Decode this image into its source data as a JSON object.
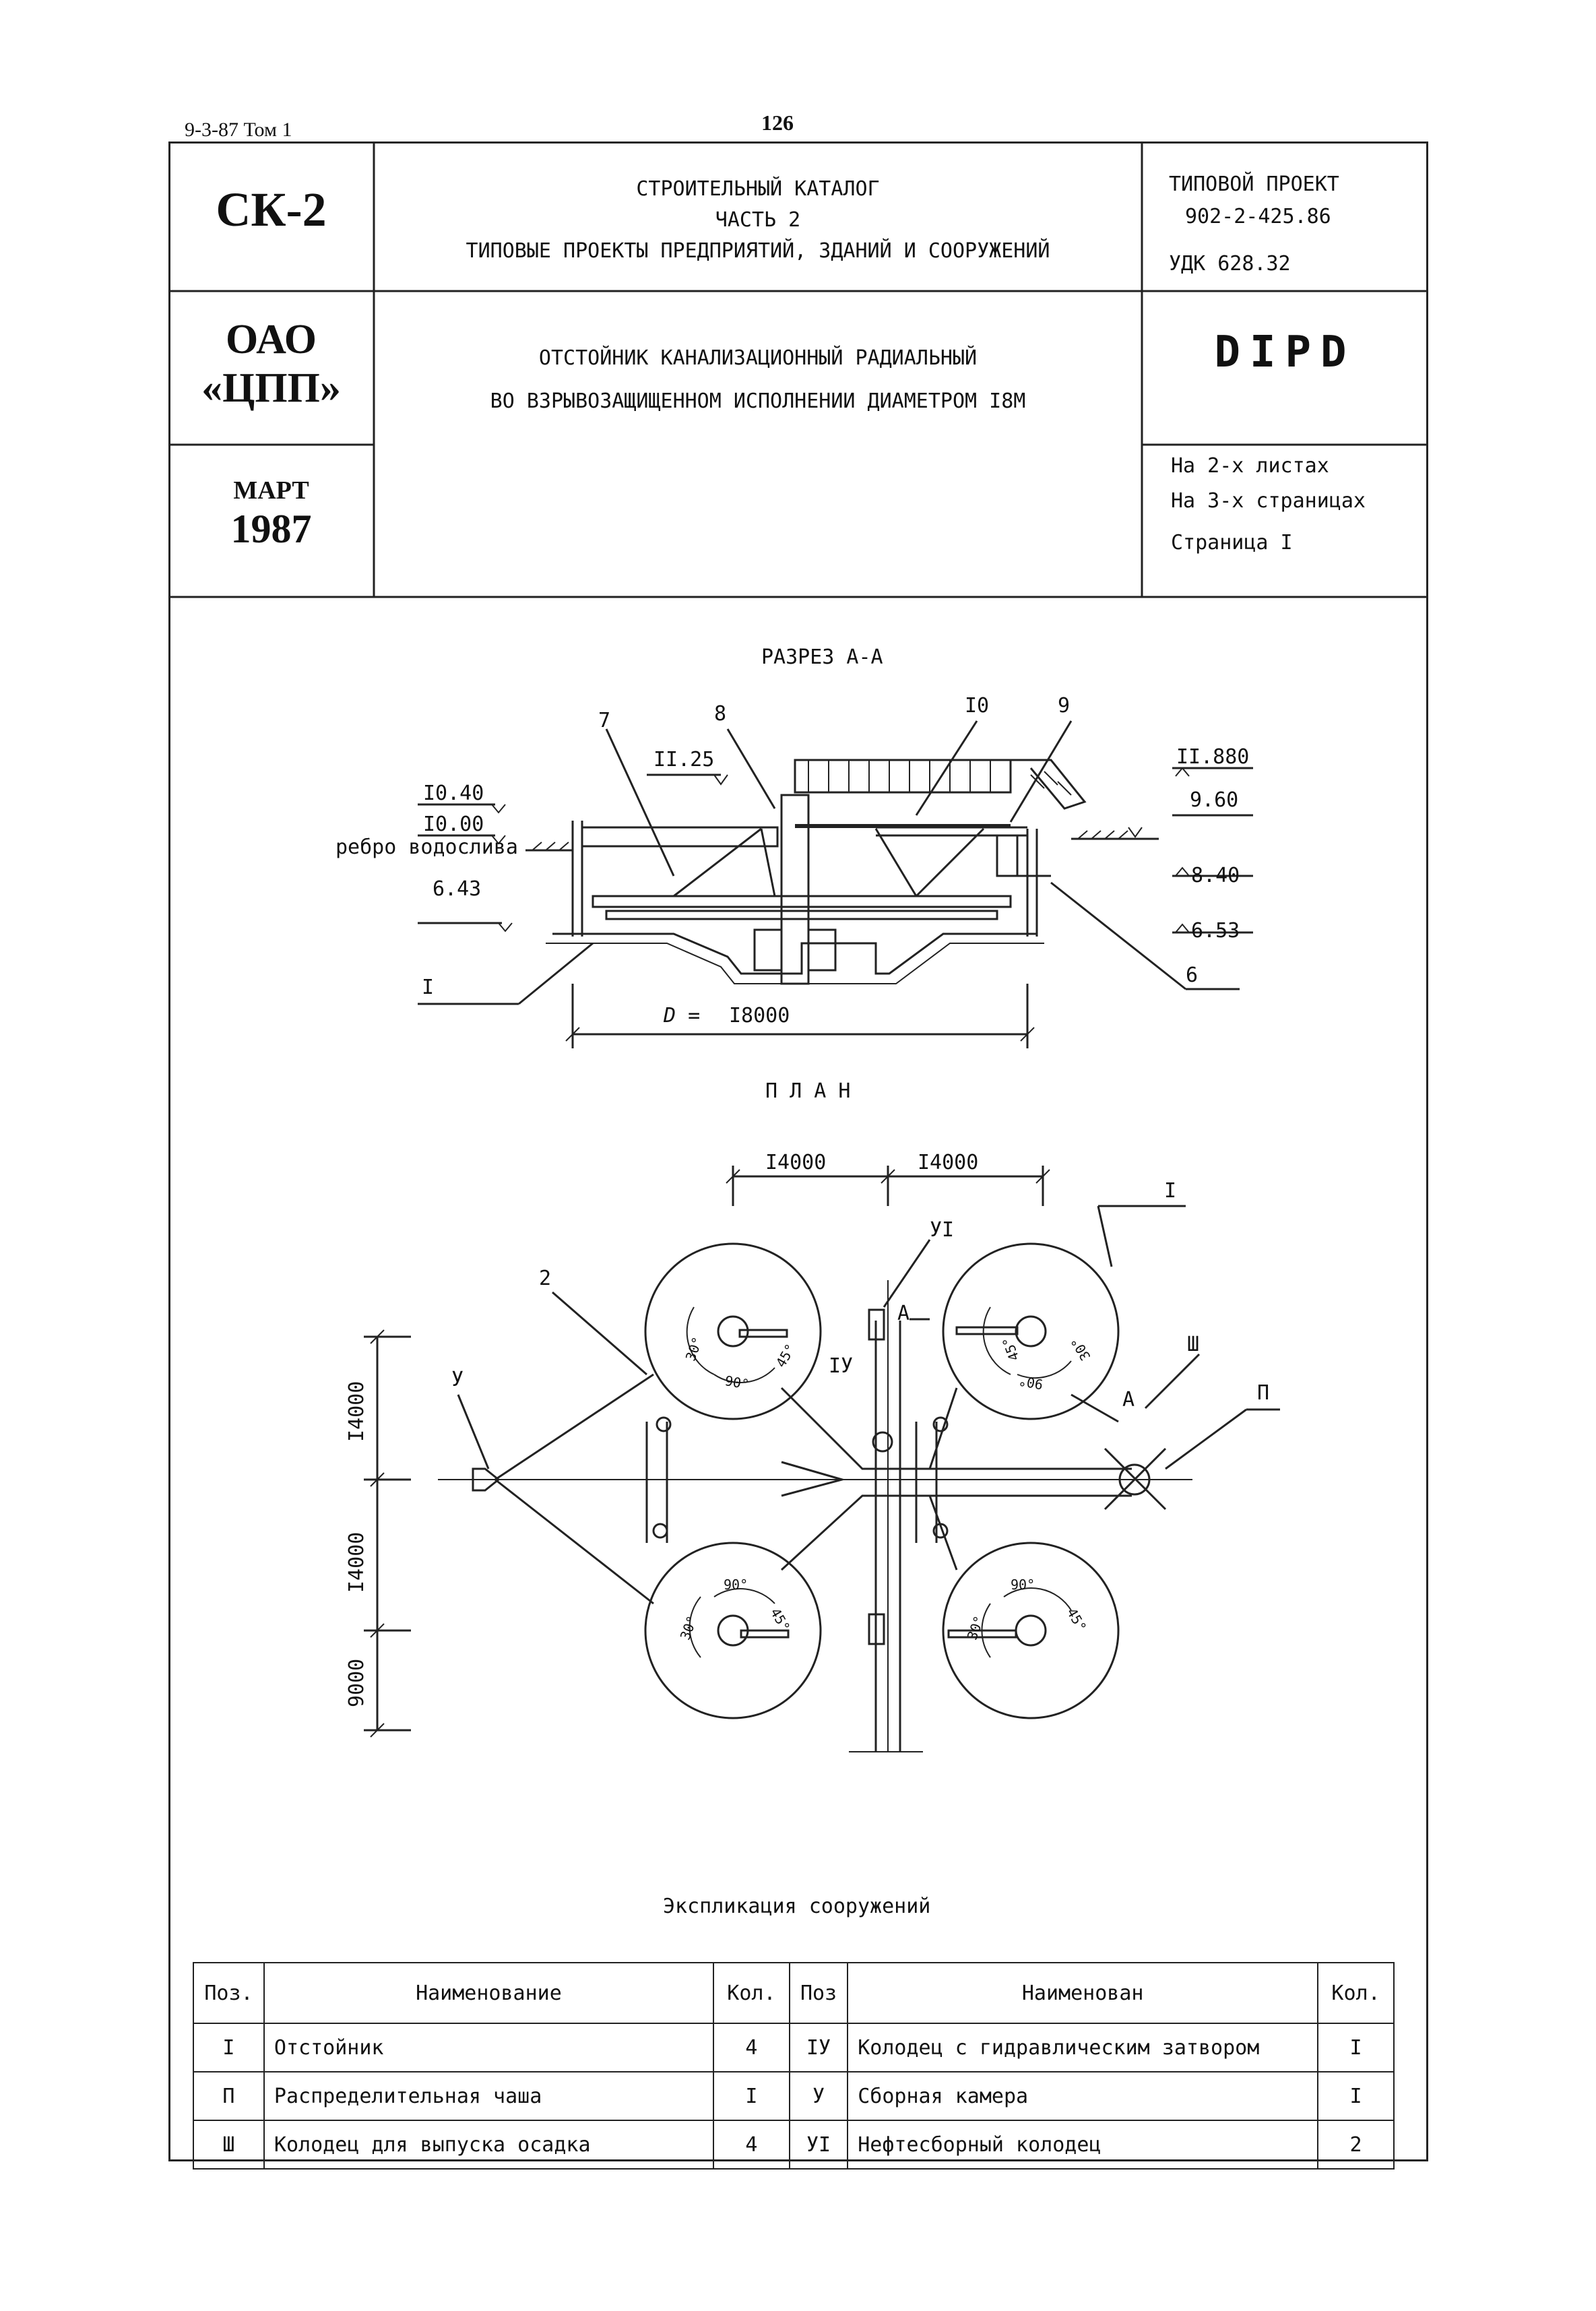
{
  "header": {
    "series": "9-3-87 Том 1",
    "page_number": "126"
  },
  "title_block": {
    "catalog_code": "СК-2",
    "organization_line1": "ОАО",
    "organization_line2": "«ЦПП»",
    "month": "МАРТ",
    "year": "1987",
    "catalog_line1": "СТРОИТЕЛЬНЫЙ КАТАЛОГ",
    "catalog_line2": "ЧАСТЬ 2",
    "catalog_line3": "ТИПОВЫЕ ПРОЕКТЫ ПРЕДПРИЯТИЙ, ЗДАНИЙ И СООРУЖЕНИЙ",
    "project_label": "ТИПОВОЙ ПРОЕКТ",
    "project_number": "902-2-425.86",
    "udk": "УДК 628.32",
    "object_title_line1": "ОТСТОЙНИК КАНАЛИЗАЦИОННЫЙ РАДИАЛЬНЫЙ",
    "object_title_line2": "ВО ВЗРЫВОЗАЩИЩЕННОМ ИСПОЛНЕНИИ ДИАМЕТРОМ I8М",
    "code": "DIPD",
    "sheets": "На 2-х листах",
    "pages": "На 3-х страницах",
    "page": "Страница I"
  },
  "section": {
    "title": "РАЗРЕЗ А-А",
    "callouts": [
      "7",
      "8",
      "I0",
      "9",
      "6",
      "I"
    ],
    "levels_left": [
      "II.25",
      "I0.40",
      "I0.00",
      "6.43"
    ],
    "levels_right": [
      "II.880",
      "9.60",
      "8.40",
      "6.53"
    ],
    "weir_label": "ребро водослива",
    "diameter_label": "D =",
    "diameter_value": "I8000"
  },
  "plan": {
    "title": "П Л А Н",
    "top_dims": [
      "I4000",
      "I4000"
    ],
    "left_dims": [
      "I4000",
      "I4000",
      "9000"
    ],
    "callouts": [
      "I",
      "УI",
      "2",
      "У",
      "IУ",
      "Ш",
      "П",
      "А",
      "А"
    ],
    "angle_labels": [
      "30°",
      "90°",
      "45°"
    ]
  },
  "explication": {
    "title": "Экспликация сооружений",
    "headers": [
      "Поз.",
      "Наименование",
      "Кол.",
      "Поз",
      "Наименован",
      "Кол."
    ],
    "rows": [
      [
        "I",
        "Отстойник",
        "4",
        "IУ",
        "Колодец с гидравлическим затвором",
        "I"
      ],
      [
        "П",
        "Распределительная чаша",
        "I",
        "У",
        "Сборная камера",
        "I"
      ],
      [
        "Ш",
        "Колодец для выпуска осадка",
        "4",
        "УI",
        "Нефтесборный колодец",
        "2"
      ]
    ]
  }
}
